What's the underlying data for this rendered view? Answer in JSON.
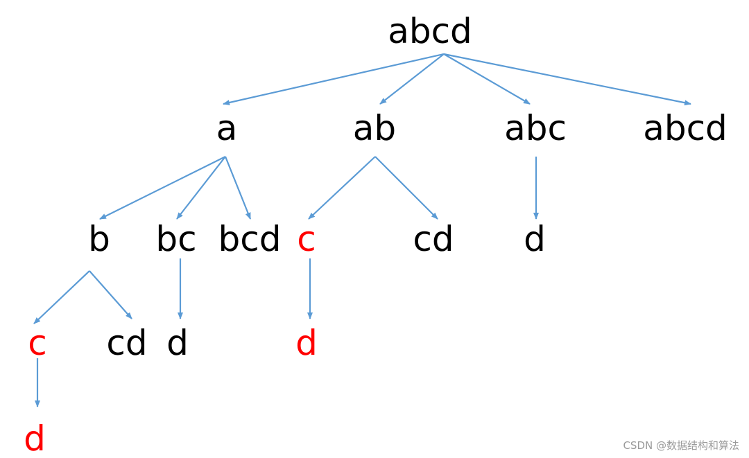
{
  "diagram": {
    "colors": {
      "edge": "#5b9bd5",
      "text_default": "#000000",
      "text_highlight": "#ff0000"
    },
    "nodes": [
      {
        "id": "root",
        "label": "abcd",
        "color": "default"
      },
      {
        "id": "a",
        "label": "a",
        "color": "default"
      },
      {
        "id": "ab",
        "label": "ab",
        "color": "default"
      },
      {
        "id": "abc",
        "label": "abc",
        "color": "default"
      },
      {
        "id": "abcd2",
        "label": "abcd",
        "color": "default"
      },
      {
        "id": "a_b",
        "label": "b",
        "color": "default"
      },
      {
        "id": "a_bc",
        "label": "bc",
        "color": "default"
      },
      {
        "id": "a_bcd",
        "label": "bcd",
        "color": "default"
      },
      {
        "id": "ab_c",
        "label": "c",
        "color": "highlight"
      },
      {
        "id": "ab_cd",
        "label": "cd",
        "color": "default"
      },
      {
        "id": "abc_d",
        "label": "d",
        "color": "default"
      },
      {
        "id": "a_b_c",
        "label": "c",
        "color": "highlight"
      },
      {
        "id": "a_b_cd",
        "label": "cd",
        "color": "default"
      },
      {
        "id": "a_bc_d",
        "label": "d",
        "color": "default"
      },
      {
        "id": "ab_c_d",
        "label": "d",
        "color": "highlight"
      },
      {
        "id": "a_b_c_d",
        "label": "d",
        "color": "highlight"
      }
    ],
    "edges": [
      {
        "from": "root",
        "to": "a"
      },
      {
        "from": "root",
        "to": "ab"
      },
      {
        "from": "root",
        "to": "abc"
      },
      {
        "from": "root",
        "to": "abcd2"
      },
      {
        "from": "a",
        "to": "a_b"
      },
      {
        "from": "a",
        "to": "a_bc"
      },
      {
        "from": "a",
        "to": "a_bcd"
      },
      {
        "from": "ab",
        "to": "ab_c"
      },
      {
        "from": "ab",
        "to": "ab_cd"
      },
      {
        "from": "abc",
        "to": "abc_d"
      },
      {
        "from": "a_b",
        "to": "a_b_c"
      },
      {
        "from": "a_b",
        "to": "a_b_cd"
      },
      {
        "from": "a_bc",
        "to": "a_bc_d"
      },
      {
        "from": "ab_c",
        "to": "ab_c_d"
      },
      {
        "from": "a_b_c",
        "to": "a_b_c_d"
      }
    ]
  },
  "watermark": "CSDN @数据结构和算法"
}
